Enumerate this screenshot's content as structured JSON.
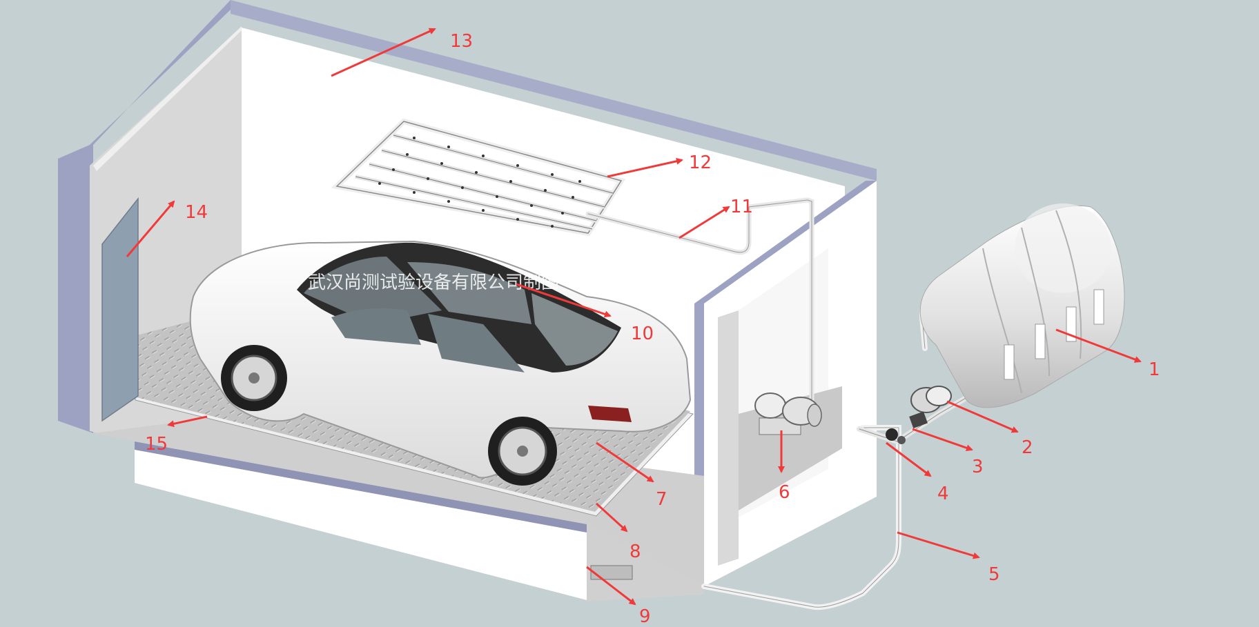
{
  "watermark": "武汉尚测试验设备有限公司制图",
  "colors": {
    "background": "#c4d0d2",
    "callout": "#f03a3a",
    "wall_trim": "#a7acc9",
    "floor_plate": "#bfbfbf"
  },
  "callouts": [
    {
      "id": "callout-1",
      "number": "1",
      "part": "water-tank"
    },
    {
      "id": "callout-2",
      "number": "2",
      "part": "pump-motor"
    },
    {
      "id": "callout-3",
      "number": "3",
      "part": "pipe-fitting"
    },
    {
      "id": "callout-4",
      "number": "4",
      "part": "valve"
    },
    {
      "id": "callout-5",
      "number": "5",
      "part": "supply-pipe"
    },
    {
      "id": "callout-6",
      "number": "6",
      "part": "booster-pump"
    },
    {
      "id": "callout-7",
      "number": "7",
      "part": "test-vehicle"
    },
    {
      "id": "callout-8",
      "number": "8",
      "part": "turntable-platform"
    },
    {
      "id": "callout-9",
      "number": "9",
      "part": "drain-outlet"
    },
    {
      "id": "callout-10",
      "number": "10",
      "part": "window-inspection"
    },
    {
      "id": "callout-11",
      "number": "11",
      "part": "spray-feed-pipe"
    },
    {
      "id": "callout-12",
      "number": "12",
      "part": "spray-rack"
    },
    {
      "id": "callout-13",
      "number": "13",
      "part": "chamber-ceiling"
    },
    {
      "id": "callout-14",
      "number": "14",
      "part": "access-door"
    },
    {
      "id": "callout-15",
      "number": "15",
      "part": "floor-grating"
    }
  ]
}
